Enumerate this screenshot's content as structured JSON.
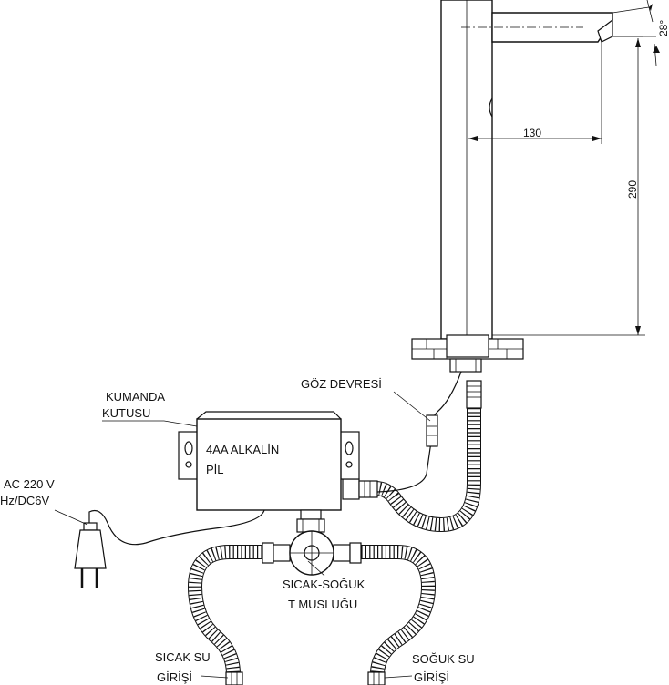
{
  "labels": {
    "control_box_title_1": "KUMANDA",
    "control_box_title_2": "KUTUSU",
    "battery_line_1": "4AA ALKALİN",
    "battery_line_2": "PİL",
    "power_line_1": "AC 220 V",
    "power_line_2": "Hz/DC6V",
    "sensor": "GÖZ DEVRESİ",
    "tee_line_1": "SICAK-SOĞUK",
    "tee_line_2": "T MUSLUĞU",
    "hot_line_1": "SICAK SU",
    "hot_line_2": "GİRİŞİ",
    "cold_line_1": "SOĞUK SU",
    "cold_line_2": "GİRİŞİ"
  },
  "dimensions": {
    "reach": "130",
    "height": "290",
    "angle": "28°"
  }
}
